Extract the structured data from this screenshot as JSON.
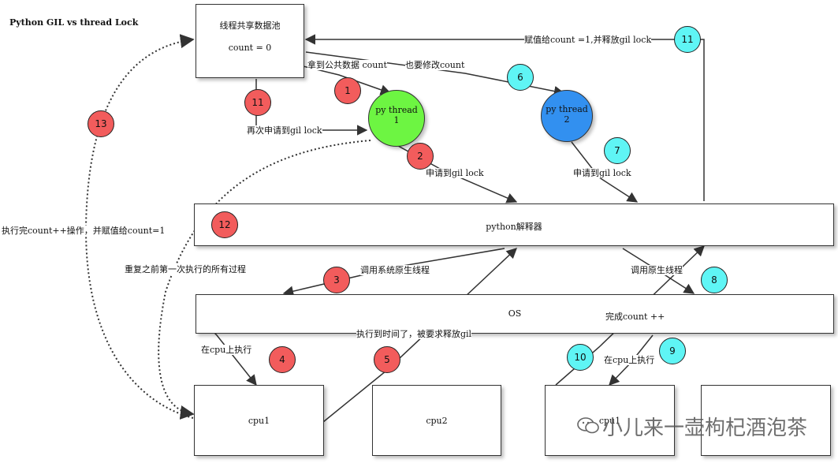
{
  "title": "Python GIL   vs thread Lock",
  "boxes": {
    "pool_line1": "线程共享数据池",
    "pool_line2": "count = 0",
    "interpreter": "python解释器",
    "os": "OS",
    "cpu1": "cpu1",
    "cpu2": "cpu2",
    "cpu3": "cpu1",
    "cpu4": ""
  },
  "threads": {
    "t1_line1": "py thread",
    "t1_line2": "1",
    "t2_line1": "py thread",
    "t2_line2": "2"
  },
  "labels": {
    "get_count": "拿到公共数据 count",
    "also_modify": "也要修改count",
    "assign_release": "赋值给count =1,并释放gil lock",
    "reapply_gil": "再次申请到gil lock",
    "apply_gil_1": "申请到gil lock",
    "apply_gil_2": "申请到gil lock",
    "done_assign": "执行完count++操作，并赋值给count=1",
    "repeat_process": "重复之前第一次执行的所有过程",
    "call_native": "调用系统原生线程",
    "call_native_2": "调用原生线程",
    "complete_count": "完成count ++",
    "exec_cpu_1": "在cpu上执行",
    "exec_cpu_2": "在cpu上执行",
    "time_up": "执行到时间了，被要求释放gil"
  },
  "badges": [
    "1",
    "2",
    "3",
    "4",
    "5",
    "6",
    "7",
    "8",
    "9",
    "10",
    "11",
    "11",
    "12",
    "13"
  ],
  "watermark": "小儿来一壶枸杞酒泡茶",
  "colors": {
    "red": "#f25c5c",
    "cyan": "#5ff5f5",
    "thread1": "#6df542",
    "thread2": "#3290f0"
  }
}
